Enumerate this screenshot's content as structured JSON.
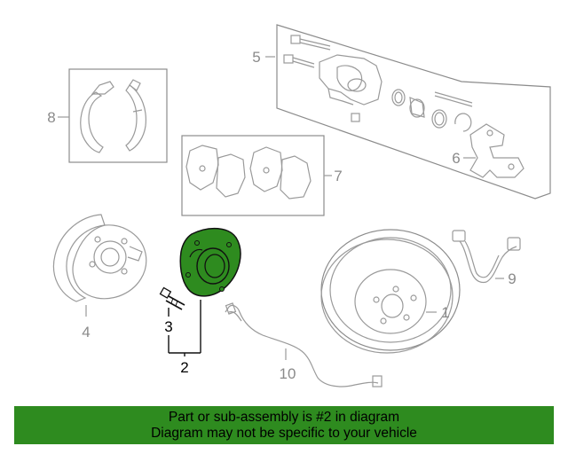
{
  "callouts": {
    "c1": "1",
    "c2": "2",
    "c3": "3",
    "c4": "4",
    "c5": "5",
    "c6": "6",
    "c7": "7",
    "c8": "8",
    "c9": "9",
    "c10": "10"
  },
  "footer": {
    "line1": "Part or sub-assembly is #2 in diagram",
    "line2": "Diagram may not be specific to your vehicle"
  },
  "colors": {
    "highlight": "#2e8b1f",
    "banner": "#2e8b1f",
    "linework": "#9a9a9a"
  }
}
